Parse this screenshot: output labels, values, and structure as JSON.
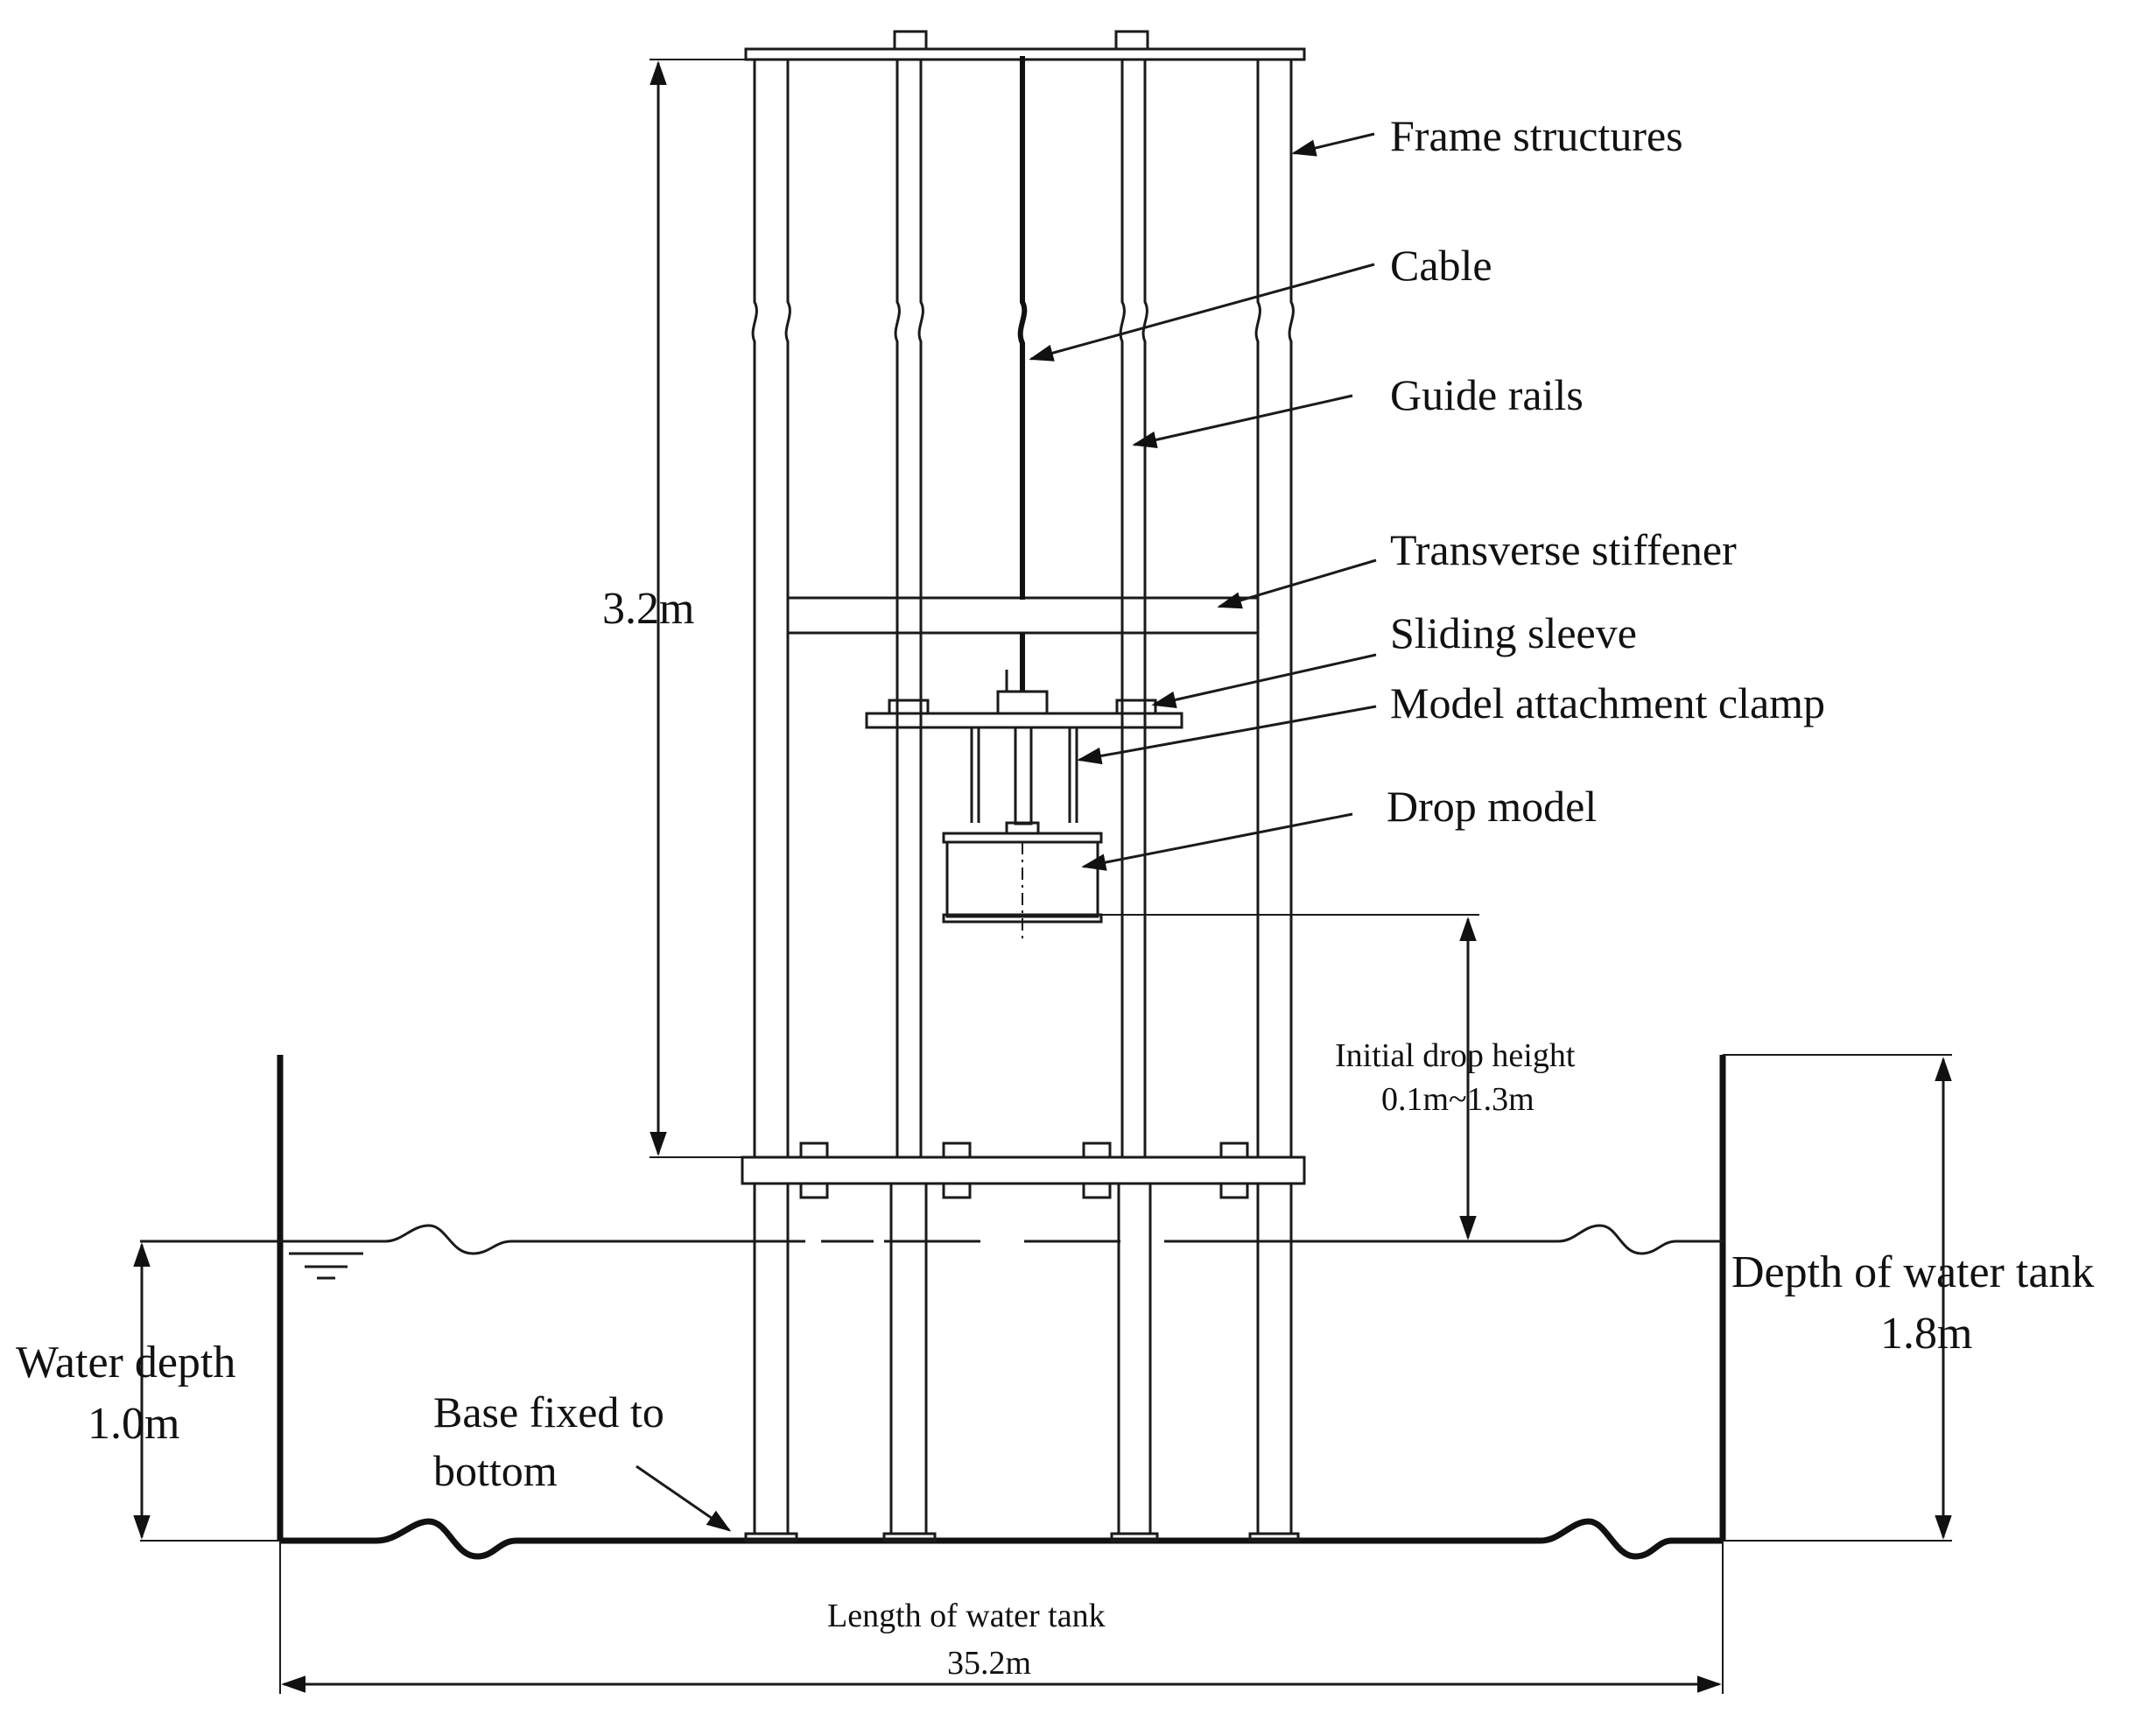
{
  "diagram": {
    "labels": {
      "frame_structures": "Frame structures",
      "cable": "Cable",
      "guide_rails": "Guide rails",
      "transverse_stiffener": "Transverse stiffener",
      "sliding_sleeve": "Sliding sleeve",
      "model_attachment_clamp": "Model attachment clamp",
      "drop_model": "Drop model",
      "base_fixed_line1": "Base fixed to",
      "base_fixed_line2": "bottom"
    },
    "dimensions": {
      "frame_height": "3.2m",
      "initial_drop_height_title": "Initial drop height",
      "initial_drop_height_range": "0.1m~1.3m",
      "water_depth_title": "Water depth",
      "water_depth_value": "1.0m",
      "tank_depth_title": "Depth of water tank",
      "tank_depth_value": "1.8m",
      "tank_length_title": "Length of water tank",
      "tank_length_value": "35.2m"
    }
  }
}
